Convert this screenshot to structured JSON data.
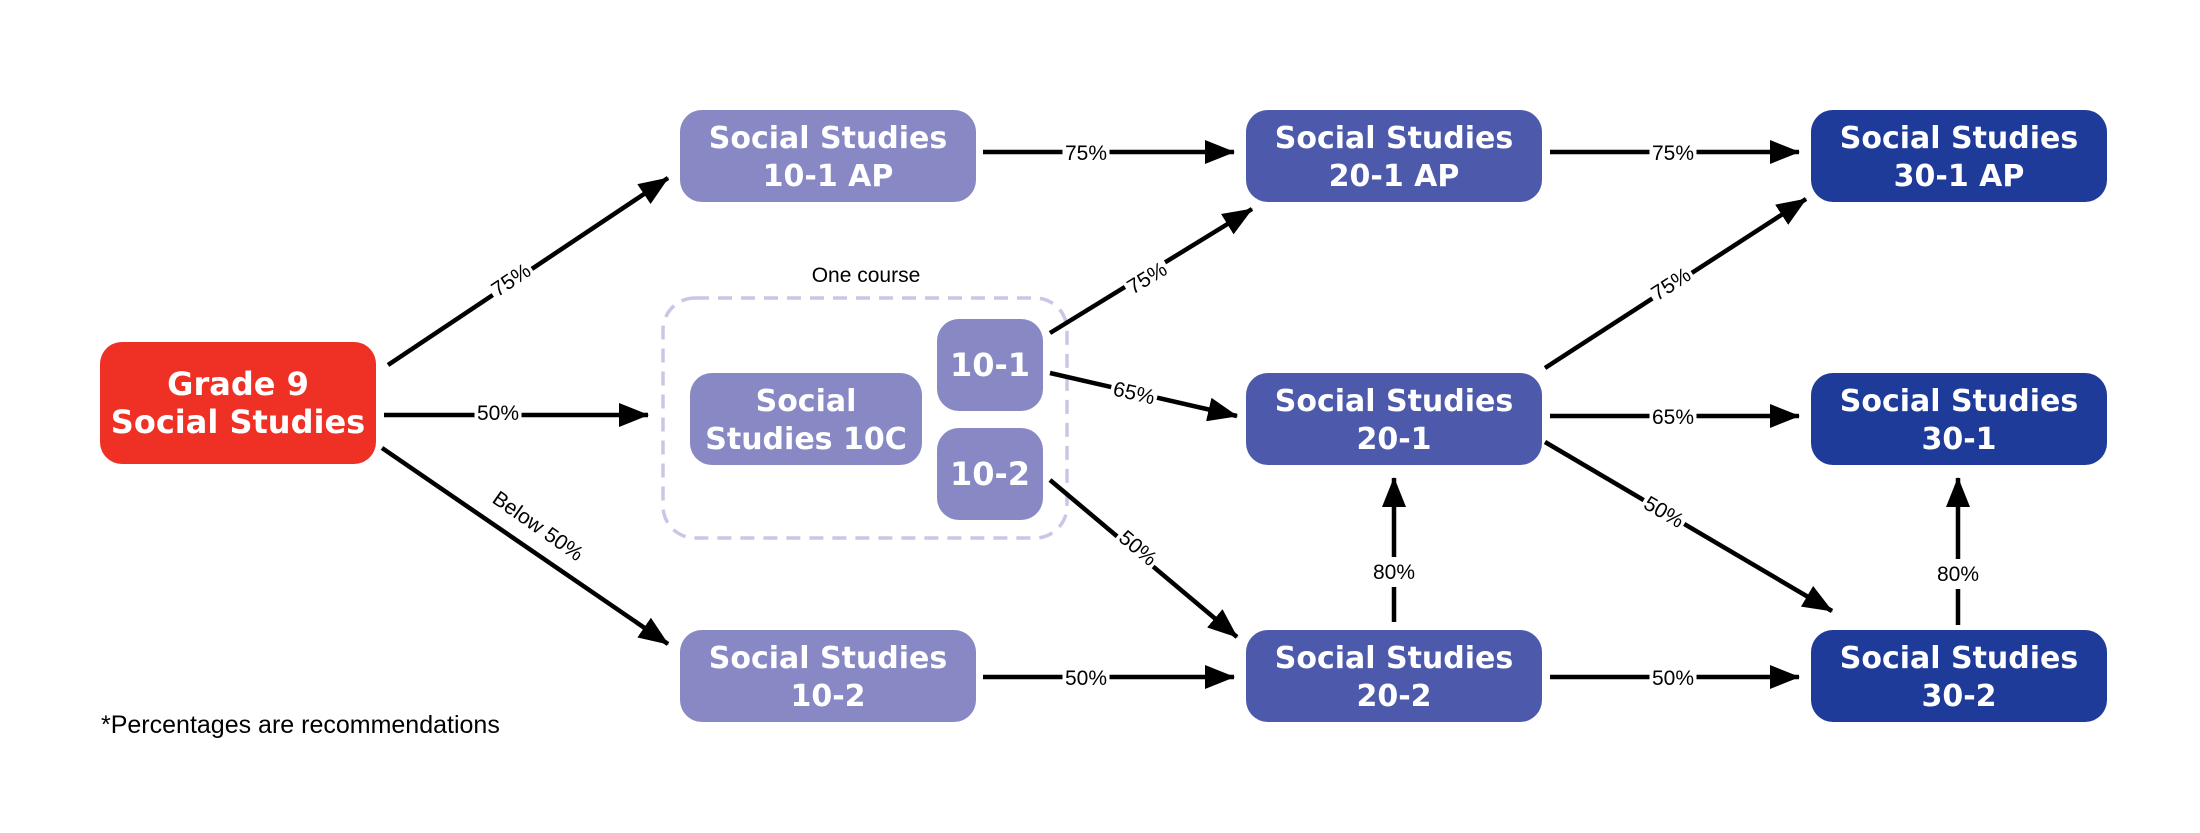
{
  "colors": {
    "grade9": "#ee3124",
    "level10": "#8889c4",
    "level20": "#4d59aa",
    "level30": "#1f3b99",
    "group_border": "#c9c7e6",
    "arrow": "#000000"
  },
  "nodes": {
    "grade9": [
      "Grade 9",
      "Social Studies"
    ],
    "ss10_1ap": [
      "Social Studies",
      "10-1 AP"
    ],
    "ss10c": [
      "Social",
      "Studies 10C"
    ],
    "opt10_1": [
      "10-1"
    ],
    "opt10_2": [
      "10-2"
    ],
    "ss10_2": [
      "Social Studies",
      "10-2"
    ],
    "ss20_1ap": [
      "Social Studies",
      "20-1 AP"
    ],
    "ss20_1": [
      "Social Studies",
      "20-1"
    ],
    "ss20_2": [
      "Social Studies",
      "20-2"
    ],
    "ss30_1ap": [
      "Social Studies",
      "30-1 AP"
    ],
    "ss30_1": [
      "Social Studies",
      "30-1"
    ],
    "ss30_2": [
      "Social Studies",
      "30-2"
    ]
  },
  "group_label": "One course",
  "edges": [
    {
      "from": "grade9",
      "to": "ss10_1ap",
      "label": "75%"
    },
    {
      "from": "grade9",
      "to": "ss10c",
      "label": "50%"
    },
    {
      "from": "grade9",
      "to": "ss10_2",
      "label": "Below 50%"
    },
    {
      "from": "ss10_1ap",
      "to": "ss20_1ap",
      "label": "75%"
    },
    {
      "from": "opt10_1",
      "to": "ss20_1ap",
      "label": "75%"
    },
    {
      "from": "opt10_1",
      "to": "ss20_1",
      "label": "65%"
    },
    {
      "from": "opt10_2",
      "to": "ss20_2",
      "label": "50%"
    },
    {
      "from": "ss10_2",
      "to": "ss20_2",
      "label": "50%"
    },
    {
      "from": "ss20_1ap",
      "to": "ss30_1ap",
      "label": "75%"
    },
    {
      "from": "ss20_1",
      "to": "ss30_1ap",
      "label": "75%"
    },
    {
      "from": "ss20_1",
      "to": "ss30_1",
      "label": "65%"
    },
    {
      "from": "ss20_1",
      "to": "ss30_2",
      "label": "50%"
    },
    {
      "from": "ss20_2",
      "to": "ss20_1",
      "label": "80%"
    },
    {
      "from": "ss20_2",
      "to": "ss30_2",
      "label": "50%"
    },
    {
      "from": "ss30_2",
      "to": "ss30_1",
      "label": "80%"
    }
  ],
  "footnote": "*Percentages are recommendations"
}
